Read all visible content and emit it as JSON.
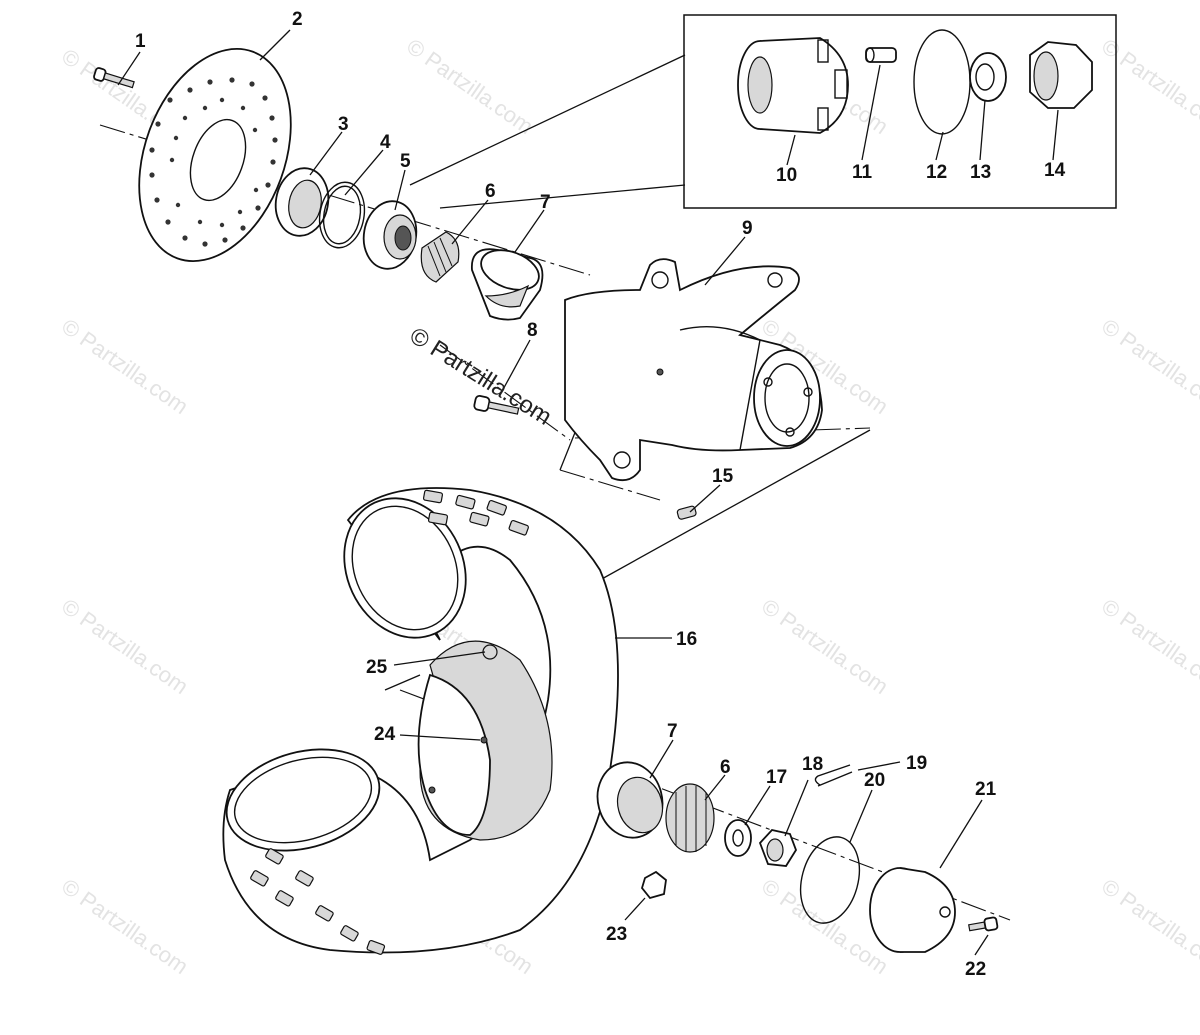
{
  "diagram": {
    "watermark_main": "© Partzilla.com",
    "watermark_small": "© Partzilla.com",
    "callouts": [
      {
        "id": "c1",
        "text": "1"
      },
      {
        "id": "c2",
        "text": "2"
      },
      {
        "id": "c3",
        "text": "3"
      },
      {
        "id": "c4",
        "text": "4"
      },
      {
        "id": "c5",
        "text": "5"
      },
      {
        "id": "c6a",
        "text": "6"
      },
      {
        "id": "c7a",
        "text": "7"
      },
      {
        "id": "c8",
        "text": "8"
      },
      {
        "id": "c9",
        "text": "9"
      },
      {
        "id": "c10",
        "text": "10"
      },
      {
        "id": "c11",
        "text": "11"
      },
      {
        "id": "c12",
        "text": "12"
      },
      {
        "id": "c13",
        "text": "13"
      },
      {
        "id": "c14",
        "text": "14"
      },
      {
        "id": "c15",
        "text": "15"
      },
      {
        "id": "c16",
        "text": "16"
      },
      {
        "id": "c7b",
        "text": "7"
      },
      {
        "id": "c6b",
        "text": "6"
      },
      {
        "id": "c17",
        "text": "17"
      },
      {
        "id": "c18",
        "text": "18"
      },
      {
        "id": "c19",
        "text": "19"
      },
      {
        "id": "c20",
        "text": "20"
      },
      {
        "id": "c21",
        "text": "21"
      },
      {
        "id": "c22",
        "text": "22"
      },
      {
        "id": "c23",
        "text": "23"
      },
      {
        "id": "c24",
        "text": "24"
      },
      {
        "id": "c25",
        "text": "25"
      }
    ]
  }
}
